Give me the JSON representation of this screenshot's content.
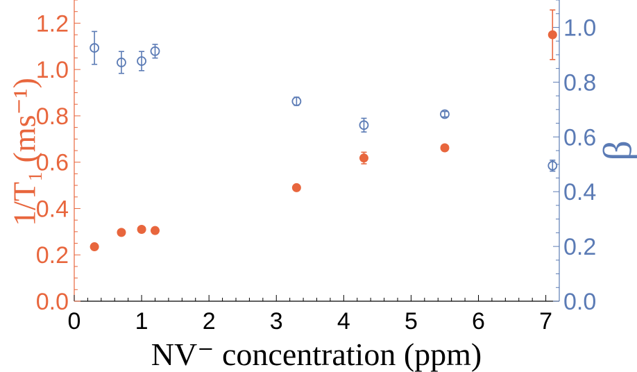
{
  "chart_data": {
    "type": "scatter",
    "xlabel": "NV⁻ concentration (ppm)",
    "ylabel_left": "1/T₁ (ms⁻¹)",
    "ylabel_right": "β",
    "xlim": [
      0,
      7.2
    ],
    "ylim_left": [
      0,
      1.3
    ],
    "ylim_right": [
      0,
      1.1
    ],
    "x_ticks": [
      "0",
      "1",
      "2",
      "3",
      "4",
      "5",
      "6",
      "7"
    ],
    "y_left_ticks": [
      "0.0",
      "0.2",
      "0.4",
      "0.6",
      "0.8",
      "1.0",
      "1.2"
    ],
    "y_right_ticks": [
      "0.0",
      "0.2",
      "0.4",
      "0.6",
      "0.8",
      "1.0"
    ],
    "grid": false,
    "colors": {
      "left": "#e8663d",
      "right": "#5b7bb5"
    },
    "series": [
      {
        "axis": "left",
        "marker": "filled-circle",
        "points": [
          {
            "x": 0.3,
            "y": 0.235,
            "err": 0.0
          },
          {
            "x": 0.7,
            "y": 0.297,
            "err": 0.0
          },
          {
            "x": 1.0,
            "y": 0.31,
            "err": 0.0
          },
          {
            "x": 1.2,
            "y": 0.305,
            "err": 0.0
          },
          {
            "x": 3.3,
            "y": 0.49,
            "err": 0.0
          },
          {
            "x": 4.3,
            "y": 0.618,
            "err": 0.025
          },
          {
            "x": 5.5,
            "y": 0.662,
            "err": 0.0
          },
          {
            "x": 7.1,
            "y": 1.15,
            "err": 0.107
          }
        ]
      },
      {
        "axis": "right",
        "marker": "open-circle",
        "points": [
          {
            "x": 0.3,
            "y": 0.925,
            "err": 0.06
          },
          {
            "x": 0.7,
            "y": 0.872,
            "err": 0.04
          },
          {
            "x": 1.0,
            "y": 0.877,
            "err": 0.035
          },
          {
            "x": 1.2,
            "y": 0.913,
            "err": 0.025
          },
          {
            "x": 3.3,
            "y": 0.73,
            "err": 0.015
          },
          {
            "x": 4.3,
            "y": 0.643,
            "err": 0.025
          },
          {
            "x": 5.5,
            "y": 0.683,
            "err": 0.01
          },
          {
            "x": 7.1,
            "y": 0.495,
            "err": 0.02
          }
        ]
      }
    ]
  }
}
